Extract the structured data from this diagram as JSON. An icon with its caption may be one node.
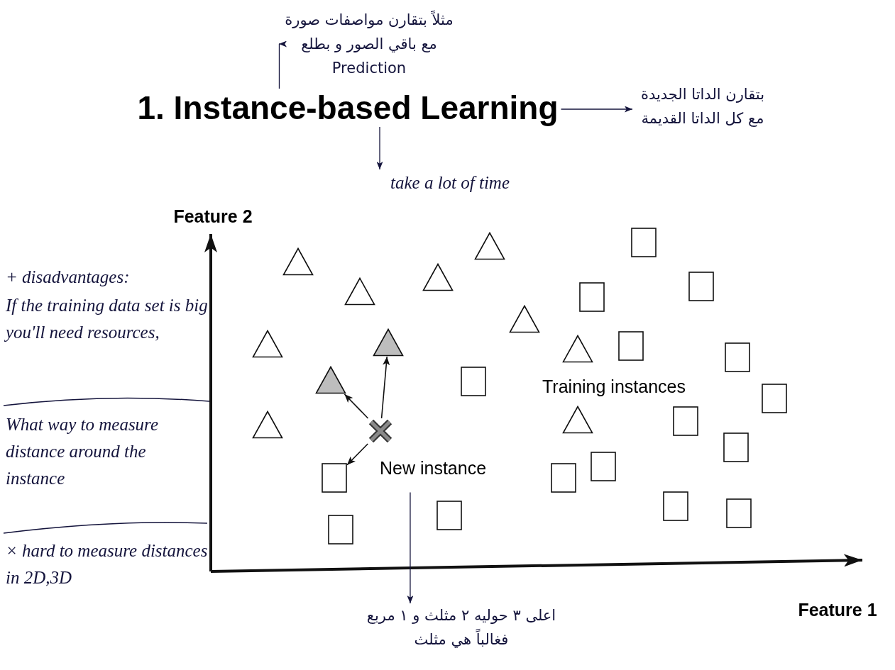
{
  "diagram": {
    "nodes": [
      {
        "text": [
          "مثلاً بتقارن مواصفات صورة مع باقي الصور و بطلع Prediction"
        ]
      },
      {
        "text": [
          "1. Instance-based Learning"
        ]
      },
      {
        "text": [
          "بتقارن الداتا الجديدة مع كل الداتا القديمة"
        ]
      },
      {
        "text": [
          "take a lot of time"
        ]
      },
      {
        "text": [],
        "shape": "triangle"
      },
      {
        "text": [],
        "shape": "triangle"
      },
      {
        "text": [],
        "shape": "triangle"
      },
      {
        "text": [],
        "shape": "triangle"
      },
      {
        "text": [],
        "shape": "triangle"
      },
      {
        "text": [],
        "shape": "triangle"
      },
      {
        "text": [],
        "shape": "triangle"
      },
      {
        "text": [],
        "shape": "triangle"
      },
      {
        "text": [],
        "shape": "triangle"
      },
      {
        "text": [],
        "shape": "triangle"
      },
      {
        "text": [],
        "shape": "triangle"
      },
      {
        "text": [],
        "shape": "box"
      },
      {
        "text": [],
        "shape": "box"
      },
      {
        "text": [],
        "shape": "box"
      },
      {
        "text": [],
        "shape": "box"
      },
      {
        "text": [],
        "shape": "box"
      },
      {
        "text": [],
        "shape": "box"
      },
      {
        "text": [],
        "shape": "box"
      },
      {
        "text": [],
        "shape": "box"
      },
      {
        "text": [],
        "shape": "box"
      },
      {
        "text": [],
        "shape": "box"
      },
      {
        "text": [],
        "shape": "box"
      },
      {
        "text": [],
        "shape": "box"
      },
      {
        "text": [],
        "shape": "box"
      },
      {
        "text": [],
        "shape": "box"
      },
      {
        "text": [],
        "shape": "box"
      },
      {
        "text": [],
        "shape": "box"
      },
      {
        "text": [],
        "shape": "cross"
      },
      {
        "text": [
          "New instance"
        ]
      },
      {
        "text": [
          "اعلى ٣ حوليه ٢ مثلث و ١ مربع فغالباً هي مثلث"
        ]
      }
    ],
    "edges": [
      {
        "from": 31,
        "to": 7,
        "arrow": "to"
      },
      {
        "from": 31,
        "to": 9,
        "arrow": "to"
      },
      {
        "from": 31,
        "to": 15,
        "arrow": "to"
      },
      {
        "from": 1,
        "to": 0,
        "arrow": "to"
      },
      {
        "from": 1,
        "to": 2,
        "arrow": "to"
      },
      {
        "from": 1,
        "to": 3,
        "arrow": "to"
      },
      {
        "from": 32,
        "to": 33,
        "arrow": "to"
      }
    ],
    "labels": [
      "Feature 2",
      "+ disadvantages:",
      "If the training data set is big you'll need resources,",
      "What way to measure distance around the instance",
      "× hard to measure distances in 2D,3D",
      "Training instances",
      "Feature 1"
    ]
  }
}
